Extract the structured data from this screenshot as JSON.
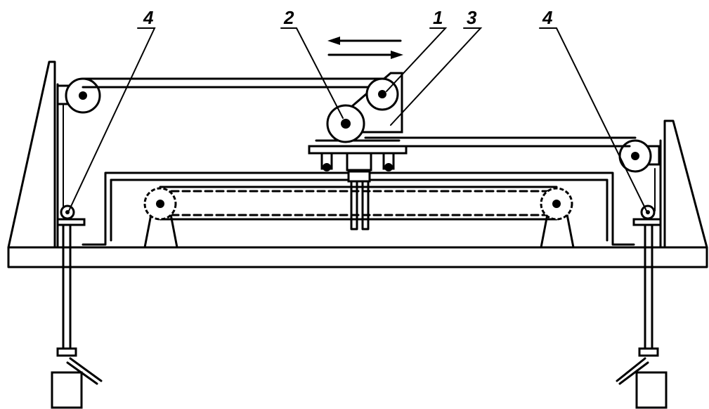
{
  "labels": {
    "trolley_pulley": "1",
    "drive_wheel": "2",
    "carriage": "3",
    "guide_pulley_left": "4",
    "guide_pulley_right": "4"
  }
}
